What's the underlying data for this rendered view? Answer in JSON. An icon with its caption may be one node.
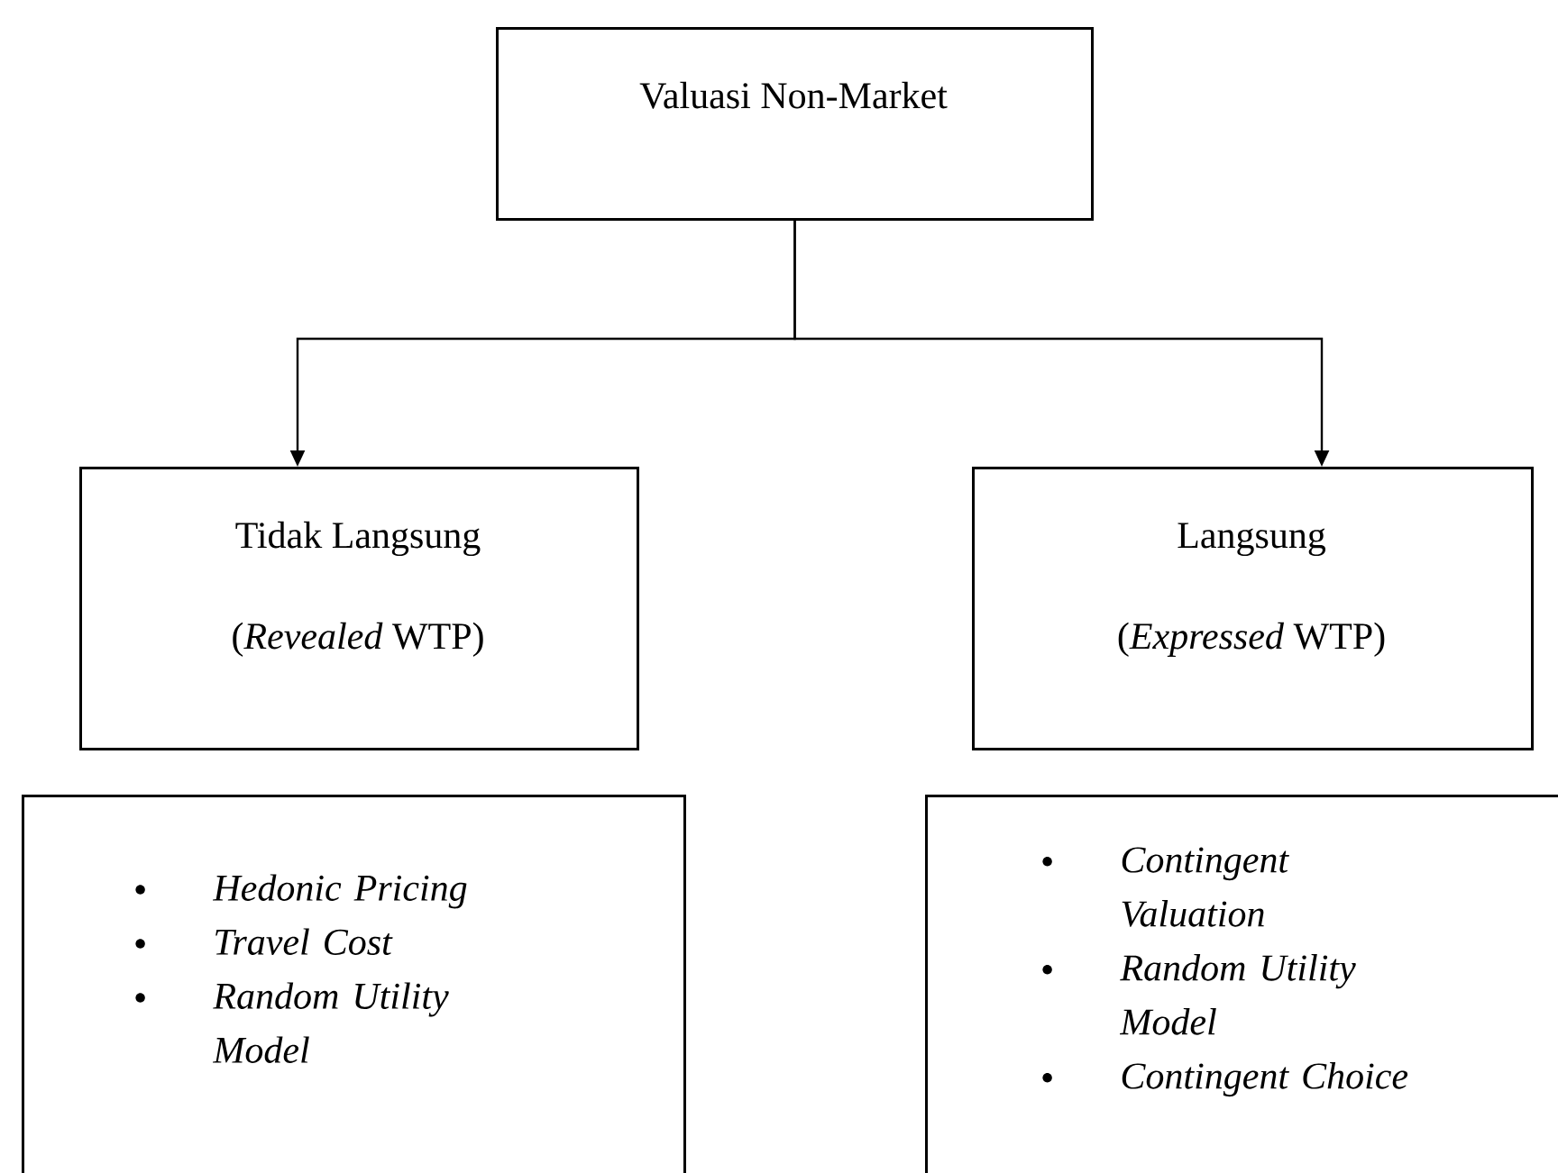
{
  "diagram": {
    "nodes": [
      {
        "text": [
          "Valuasi Non-Market"
        ]
      },
      {
        "text": [
          "Tidak Langsung",
          "(*Revealed* WTP)"
        ]
      },
      {
        "text": [
          "Langsung",
          "(*Expressed* WTP)"
        ]
      },
      {
        "text": [
          "Hedonic Pricing",
          "Travel Cost",
          "Random Utility Model"
        ]
      },
      {
        "text": [
          "Contingent Valuation",
          "Random Utility Model",
          "Contingent Choice"
        ]
      }
    ],
    "edges": [
      {
        "from": 0,
        "to": 1,
        "arrow": "to"
      },
      {
        "from": 0,
        "to": 2,
        "arrow": "to"
      }
    ]
  }
}
